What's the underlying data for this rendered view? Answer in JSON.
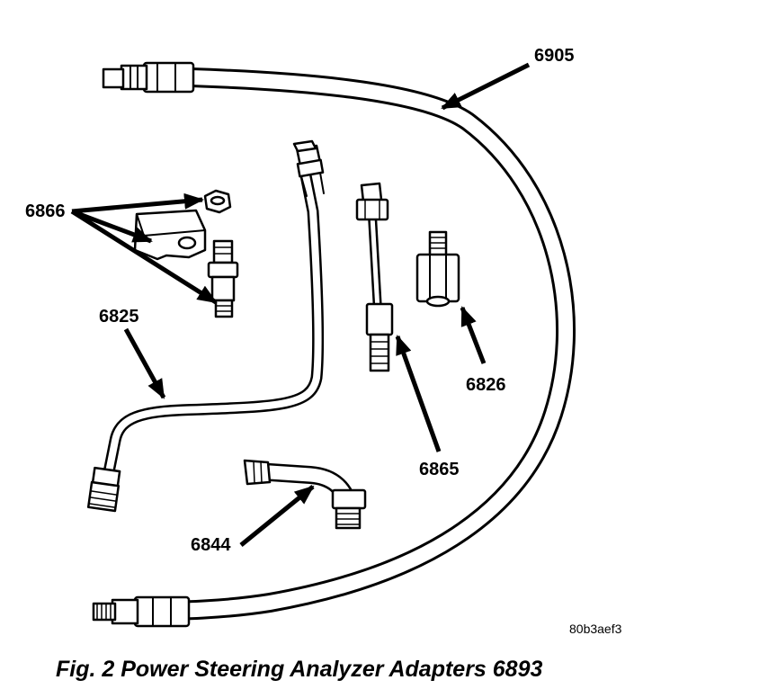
{
  "figure": {
    "caption": "Fig. 2 Power Steering Analyzer Adapters 6893",
    "image_code": "80b3aef3",
    "colors": {
      "ink": "#000000",
      "paper": "#ffffff"
    }
  },
  "labels": {
    "hose": "6905",
    "fitting_kit": "6866",
    "bent_tube": "6825",
    "adapter": "6826",
    "straight_tube": "6865",
    "elbow": "6844"
  }
}
